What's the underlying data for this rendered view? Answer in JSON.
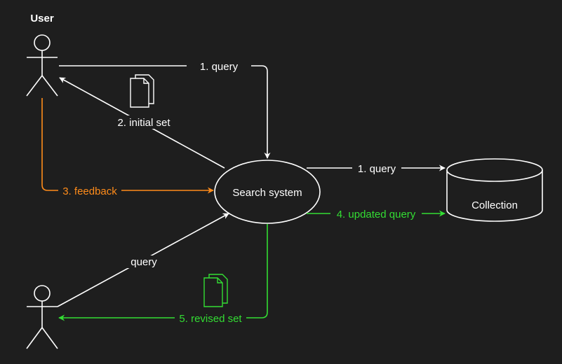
{
  "colors": {
    "background": "#1e1e1e",
    "default": "#ffffff",
    "feedback": "#ff8c1a",
    "revision": "#33dd33"
  },
  "actors": {
    "user_label": "User"
  },
  "nodes": {
    "search_system": "Search system",
    "collection": "Collection"
  },
  "edges": {
    "query_user_to_system": "1. query",
    "initial_set": "2. initial set",
    "query_system_to_collection": "1. query",
    "feedback": "3. feedback",
    "updated_query": "4. updated query",
    "query_second_user": "query",
    "revised_set": "5. revised set"
  },
  "icons": {
    "initial_set_documents": "documents-icon",
    "revised_set_documents": "documents-icon"
  }
}
